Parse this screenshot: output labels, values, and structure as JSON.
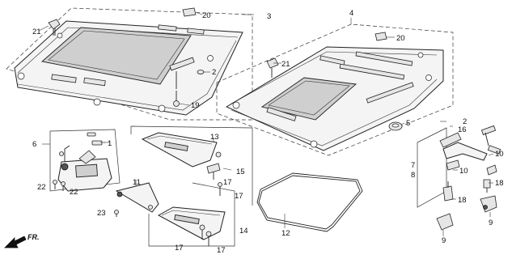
{
  "diagram": {
    "labels": {
      "p1": "1",
      "p2a": "2",
      "p2b": "2",
      "p3": "3",
      "p4": "4",
      "p5": "5",
      "p6": "6",
      "p7": "7",
      "p8": "8",
      "p9a": "9",
      "p9b": "9",
      "p10a": "10",
      "p10b": "10",
      "p11": "11",
      "p12": "12",
      "p13": "13",
      "p14": "14",
      "p15": "15",
      "p16": "16",
      "p17a": "17",
      "p17b": "17",
      "p17c": "17",
      "p17d": "17",
      "p18": "18",
      "p19": "19",
      "p20a": "20",
      "p20b": "20",
      "p21a": "21",
      "p21b": "21",
      "p22a": "22",
      "p22b": "22",
      "p23": "23"
    },
    "direction": "FR."
  }
}
